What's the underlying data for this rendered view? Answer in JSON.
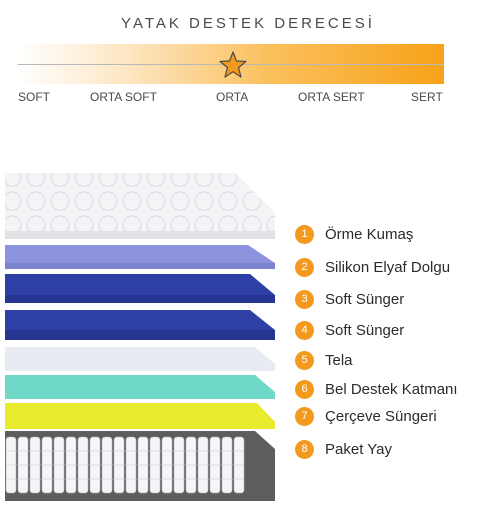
{
  "header": {
    "title": "YATAK DESTEK DERECESİ"
  },
  "scale": {
    "labels": [
      "SOFT",
      "ORTA SOFT",
      "ORTA",
      "ORTA SERT",
      "SERT"
    ],
    "selected": "ORTA",
    "marker_icon": "star-icon",
    "accent_color": "#f7a21a"
  },
  "layers": {
    "items": [
      {
        "number": "1",
        "label": "Örme Kumaş"
      },
      {
        "number": "2",
        "label": "Silikon Elyaf Dolgu"
      },
      {
        "number": "3",
        "label": "Soft Sünger"
      },
      {
        "number": "4",
        "label": "Soft Sünger"
      },
      {
        "number": "5",
        "label": "Tela"
      },
      {
        "number": "6",
        "label": "Bel Destek Katmanı"
      },
      {
        "number": "7",
        "label": "Çerçeve Süngeri"
      },
      {
        "number": "8",
        "label": "Paket Yay"
      }
    ],
    "colors": {
      "fabric": "#f4f4f6",
      "fiber": "#8d92dc",
      "foam": "#2e3fa6",
      "tela": "#e9ebf2",
      "support": "#6fd8c6",
      "frame": "#e9ec2c",
      "spring_frame": "#5d5d5d",
      "badge": "#f39a1e"
    }
  }
}
